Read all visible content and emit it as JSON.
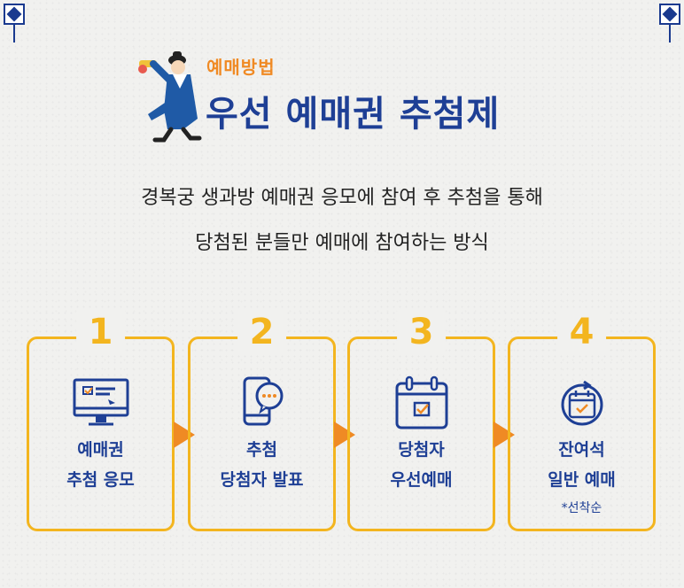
{
  "header": {
    "subtitle": "예매방법",
    "title": "우선 예매권 추첨제"
  },
  "description": {
    "line1": "경복궁 생과방 예매권 응모에 참여 후 추첨을 통해",
    "line2": "당첨된 분들만 예매에 참여하는 방식"
  },
  "steps": [
    {
      "number": "1",
      "line1": "예매권",
      "line2": "추첨 응모",
      "icon": "computer-monitor-icon"
    },
    {
      "number": "2",
      "line1": "추첨",
      "line2": "당첨자 발표",
      "icon": "smartphone-chat-icon"
    },
    {
      "number": "3",
      "line1": "당첨자",
      "line2": "우선예매",
      "icon": "calendar-check-icon"
    },
    {
      "number": "4",
      "line1": "잔여석",
      "line2": "일반 예매",
      "note": "*선착순",
      "icon": "calendar-refresh-icon"
    }
  ],
  "colors": {
    "accent_orange": "#f08a24",
    "card_border": "#f3b51f",
    "navy": "#1e3f95"
  }
}
